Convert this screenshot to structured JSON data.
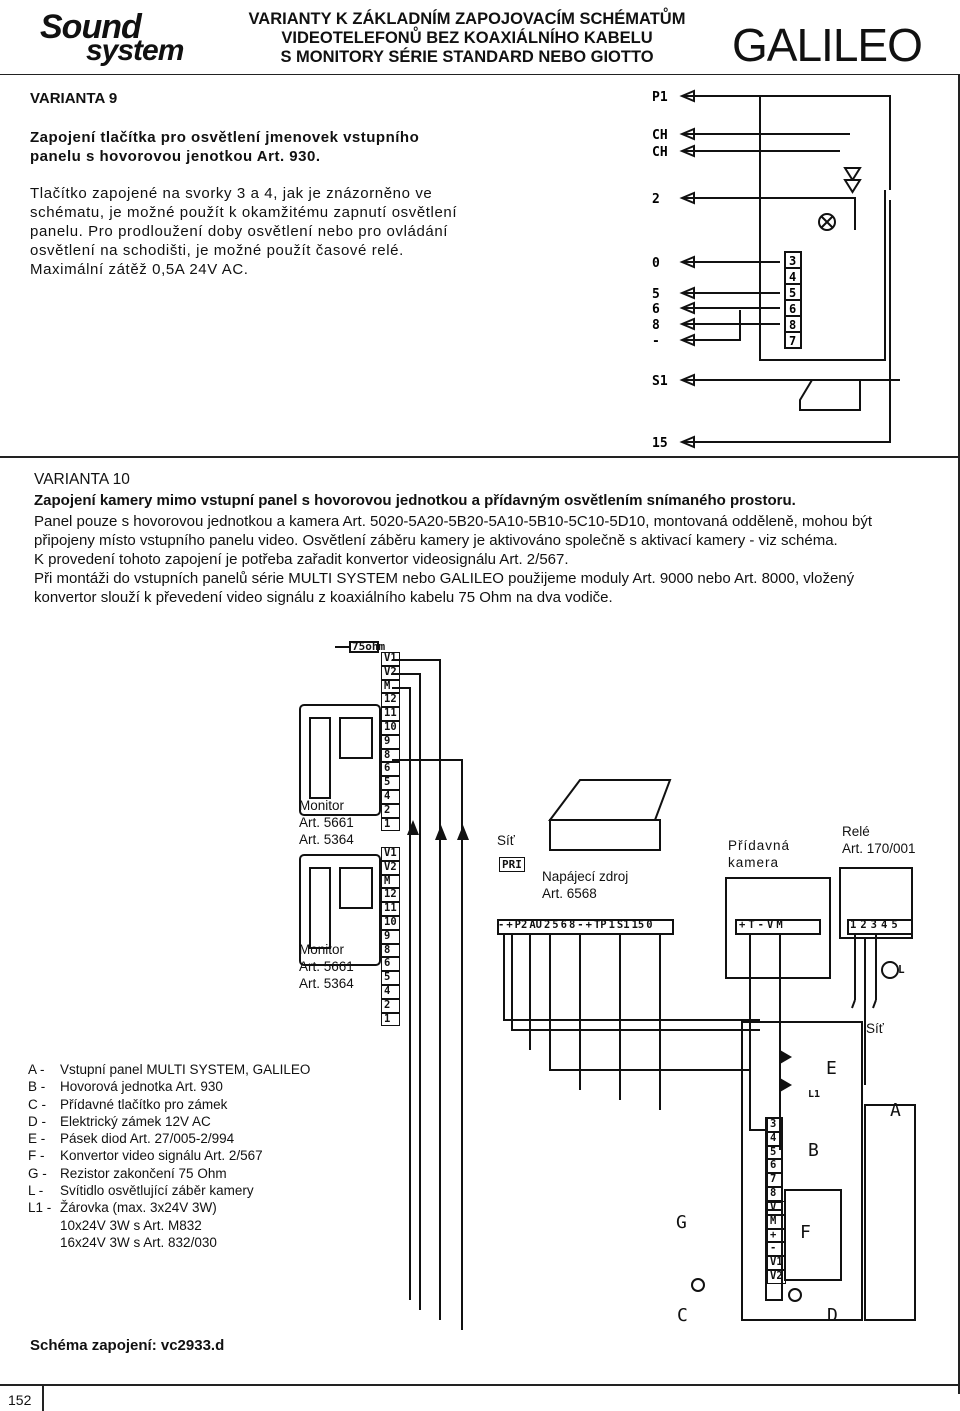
{
  "header": {
    "brand_left_line1": "Sound",
    "brand_left_line2": "system",
    "title_line1": "VARIANTY K ZÁKLADNÍM ZAPOJOVACÍM SCHÉMATŮM",
    "title_line2": "VIDEOTELEFONŮ BEZ KOAXIÁLNÍHO KABELU",
    "title_line3": "S MONITORY SÉRIE STANDARD NEBO GIOTTO",
    "brand_right": "GALILEO"
  },
  "variant9": {
    "title": "VARIANTA 9",
    "subtitle": "Zapojení tlačítka pro osvětlení jmenovek vstupního panelu s hovorovou jenotkou Art. 930.",
    "body": "Tlačítko zapojené na svorky 3 a 4, jak je znázorněno ve schématu, je možné použít k okamžitému zapnutí osvětlení panelu. Pro prodloužení doby osvětlení nebo pro ovládání osvětlení na schodišti, je možné použít časové relé. Maximální zátěž 0,5A 24V AC.",
    "diagram": {
      "terminals": [
        "P1",
        "CH",
        "CH",
        "2",
        "0",
        "5",
        "6",
        "8",
        "-",
        "S1",
        "15"
      ],
      "block_terminals": [
        "3",
        "4",
        "5",
        "6",
        "8",
        "7"
      ]
    }
  },
  "variant10": {
    "title": "VARIANTA 10",
    "subtitle": "Zapojení kamery mimo vstupní panel s hovorovou jednotkou a přídavným osvětlením snímaného prostoru.",
    "body_line1": "Panel pouze s hovorovou jednotkou a kamera Art. 5020-5A20-5B20-5A10-5B10-5C10-5D10, montovaná odděleně, mohou být",
    "body_line2": "připojeny místo vstupního panelu video. Osvětlení záběru kamery je aktivováno společně s aktivací kamery - viz schéma.",
    "body_line3": "K provedení tohoto zapojení je potřeba zařadit konvertor videosignálu Art. 2/567.",
    "body_line4": "Při montáži do vstupních panelů série MULTI SYSTEM nebo GALILEO použijeme moduly Art. 9000 nebo Art. 8000, vložený",
    "body_line5": "konvertor slouží k převedení video signálu z koaxiálního kabelu 75 Ohm na dva vodiče."
  },
  "diagram10": {
    "resistor_label": "75ohm",
    "monitor_terminals": [
      "V1",
      "V2",
      "M",
      "12",
      "11",
      "10",
      "9",
      "8",
      "6",
      "5",
      "4",
      "2",
      "1"
    ],
    "monitor1": {
      "label": "Monitor",
      "art1": "Art. 5661",
      "art2": "Art. 5364"
    },
    "monitor2": {
      "label": "Monitor",
      "art1": "Art. 5661",
      "art2": "Art. 5364"
    },
    "sit_label": "Síť",
    "psu": {
      "label": "Napájecí zdroj",
      "art": "Art. 6568",
      "pri": "PRI",
      "terminals": [
        "-",
        "+",
        "P2",
        "AU",
        "2",
        "5",
        "6",
        "8",
        "-",
        "+",
        "TP",
        "1",
        "S1",
        "15",
        "0"
      ]
    },
    "camera": {
      "label": "Přídavná",
      "label2": "kamera",
      "terminals": [
        "+",
        "T",
        "-",
        "V",
        "M"
      ]
    },
    "relay": {
      "label": "Relé",
      "art": "Art. 170/001",
      "terminals": [
        "1",
        "2",
        "3",
        "4",
        "5"
      ],
      "lamp": "L"
    },
    "sit_label2": "Síť",
    "panel_letters": [
      "A",
      "B",
      "C",
      "D",
      "E",
      "F",
      "G"
    ],
    "bulb_label": "L1",
    "b_terminals": [
      "3",
      "4",
      "5",
      "6",
      "7",
      "8"
    ],
    "f_terminals": [
      "V",
      "M",
      "+",
      "-",
      "V1",
      "V2"
    ]
  },
  "legend": [
    {
      "key": "A -",
      "text": "Vstupní panel MULTI SYSTEM, GALILEO"
    },
    {
      "key": "B -",
      "text": "Hovorová jednotka Art. 930"
    },
    {
      "key": "C -",
      "text": "Přídavné tlačítko pro zámek"
    },
    {
      "key": "D -",
      "text": "Elektrický zámek 12V AC"
    },
    {
      "key": "E -",
      "text": "Pásek diod Art. 27/005-2/994"
    },
    {
      "key": "F -",
      "text": "Konvertor video signálu Art. 2/567"
    },
    {
      "key": "G -",
      "text": "Rezistor zakončení 75 Ohm"
    },
    {
      "key": "L -",
      "text": "Svítidlo osvětlující záběr kamery"
    },
    {
      "key": "L1 -",
      "text": "Žárovka (max. 3x24V 3W)"
    }
  ],
  "legend_extra": [
    "10x24V 3W s Art. M832",
    "16x24V 3W s Art. 832/030"
  ],
  "schema_label": "Schéma zapojení: vc2933.d",
  "page_number": "152",
  "colors": {
    "ink": "#111111",
    "paper": "#ffffff"
  }
}
